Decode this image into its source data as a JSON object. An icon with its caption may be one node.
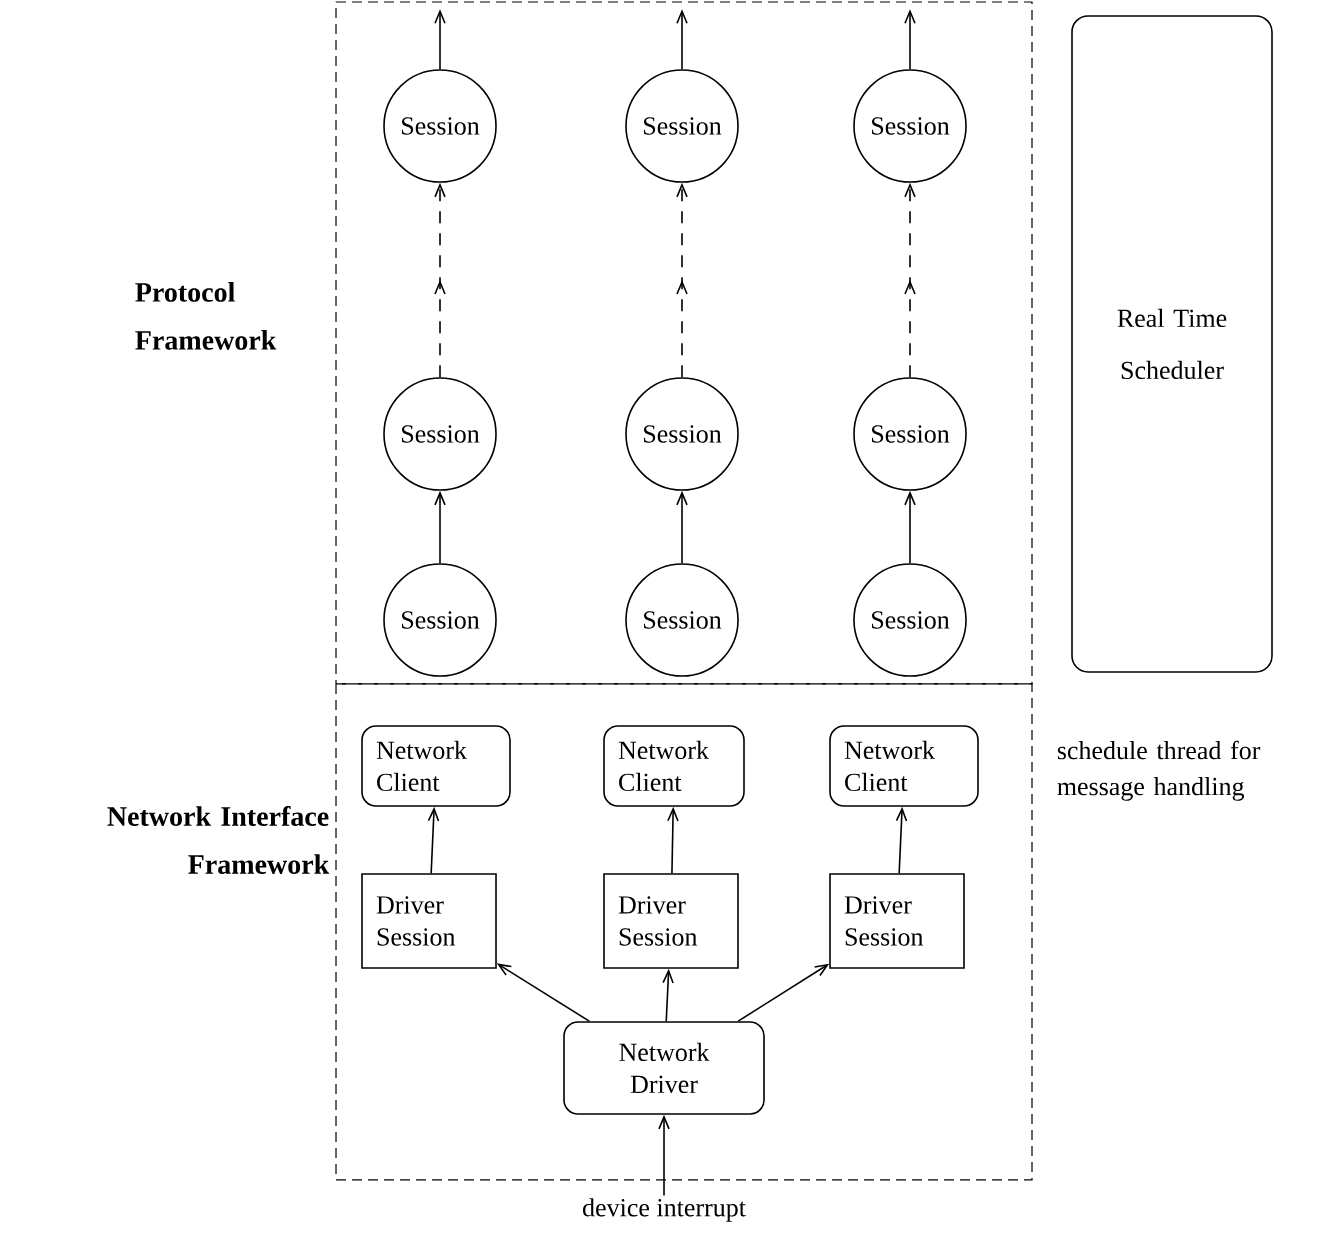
{
  "diagram": {
    "nodes": [
      {
        "text": [
          "Protocol Framework"
        ]
      },
      {
        "text": [
          "Session"
        ],
        "in": 0
      },
      {
        "text": [
          "Session"
        ],
        "in": 0
      },
      {
        "text": [
          "Session"
        ],
        "in": 0
      },
      {
        "text": [
          "Session"
        ],
        "in": 0
      },
      {
        "text": [
          "Session"
        ],
        "in": 0
      },
      {
        "text": [
          "Session"
        ],
        "in": 0
      },
      {
        "text": [
          "Session"
        ],
        "in": 0
      },
      {
        "text": [
          "Session"
        ],
        "in": 0
      },
      {
        "text": [
          "Session"
        ],
        "in": 0
      },
      {
        "text": [
          "Network Interface Framework"
        ]
      },
      {
        "text": [
          "Network Client"
        ],
        "in": 10
      },
      {
        "text": [
          "Network Client"
        ],
        "in": 10
      },
      {
        "text": [
          "Network Client"
        ],
        "in": 10
      },
      {
        "text": [
          "Driver Session"
        ],
        "in": 10
      },
      {
        "text": [
          "Driver Session"
        ],
        "in": 10
      },
      {
        "text": [
          "Driver Session"
        ],
        "in": 10
      },
      {
        "text": [
          "Network Driver"
        ],
        "in": 10
      },
      {
        "text": [
          "Real Time Scheduler"
        ]
      },
      {
        "text": [
          "device interrupt"
        ]
      }
    ],
    "edges": [
      {
        "from": 1,
        "to": null,
        "arrow": "to"
      },
      {
        "from": 2,
        "to": null,
        "arrow": "to"
      },
      {
        "from": 3,
        "to": null,
        "arrow": "to"
      },
      {
        "from": 4,
        "to": 1,
        "arrow": "to",
        "style": "dashed"
      },
      {
        "from": 5,
        "to": 2,
        "arrow": "to",
        "style": "dashed"
      },
      {
        "from": 6,
        "to": 3,
        "arrow": "to",
        "style": "dashed"
      },
      {
        "from": 7,
        "to": 4,
        "arrow": "to"
      },
      {
        "from": 8,
        "to": 5,
        "arrow": "to"
      },
      {
        "from": 9,
        "to": 6,
        "arrow": "to"
      },
      {
        "from": 14,
        "to": 11,
        "arrow": "to"
      },
      {
        "from": 15,
        "to": 12,
        "arrow": "to"
      },
      {
        "from": 16,
        "to": 13,
        "arrow": "to"
      },
      {
        "from": 17,
        "to": 14,
        "arrow": "to"
      },
      {
        "from": 17,
        "to": 15,
        "arrow": "to"
      },
      {
        "from": 17,
        "to": 16,
        "arrow": "to"
      },
      {
        "from": 19,
        "to": 17,
        "arrow": "to"
      }
    ],
    "labels": [
      "schedule thread for message handling"
    ]
  }
}
